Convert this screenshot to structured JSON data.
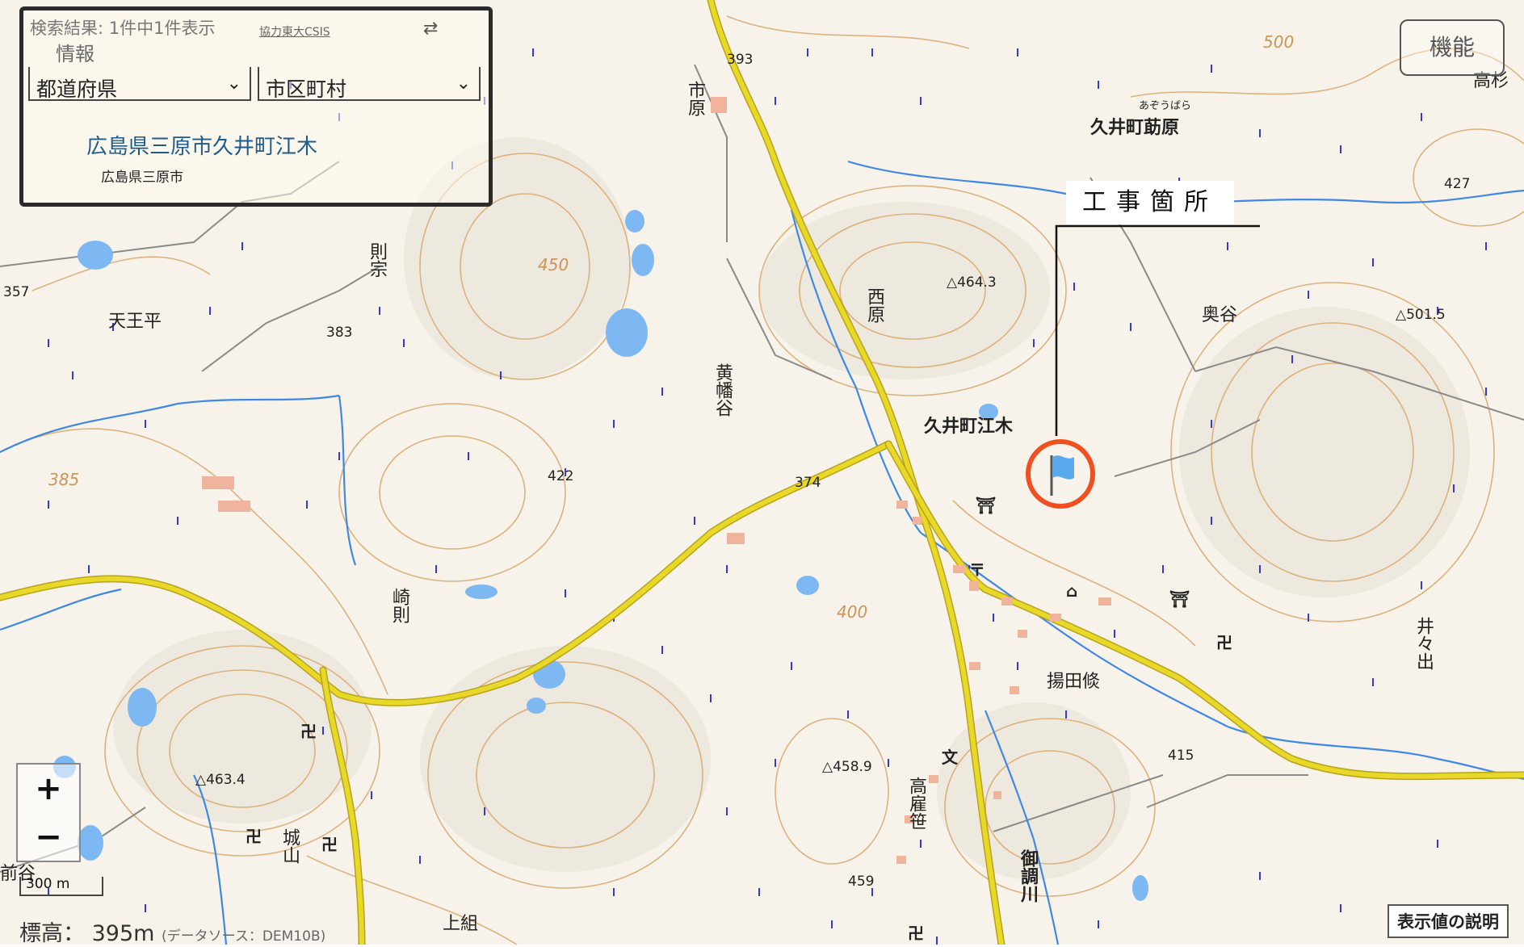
{
  "search_panel": {
    "title": "検索結果: 1件中1件表示",
    "credit": "協力東大CSIS",
    "info_tab": "情報",
    "prefecture_select": "都道府県",
    "municipality_select": "市区町村",
    "result_main": "広島県三原市久井町江木",
    "result_sub": "広島県三原市"
  },
  "function_button": "機能",
  "callout_label": "工事箇所",
  "zoom": {
    "in": "+",
    "out": "−"
  },
  "scale_label": "300 m",
  "elevation": {
    "label": "標高：",
    "value": "395m",
    "source": "(データソース：DEM10B)"
  },
  "legend_button": "表示値の説明",
  "place_names": {
    "kui_ego": "久井町江木",
    "kui_azo": "久井町莇原",
    "azo_kana": "あぞうばら",
    "tennohei": "天王平",
    "okutani": "奥谷",
    "ageta": "揚田倐",
    "kamigumi": "上組",
    "shihara": "市原",
    "norimune": "則宗",
    "nishihara": "西原",
    "kibatani": "黄幡谷",
    "sakinori": "崎則",
    "takagasa": "高雇笹",
    "jouyama": "城山",
    "iode": "井々出",
    "mitsugigawa": "御調川",
    "takasugi": "高杉",
    "maetani": "前谷"
  },
  "spot_heights": {
    "h464": "△464.3",
    "h501": "△501.5",
    "h463": "△463.4",
    "h458": "△458.9",
    "h393": "393",
    "h383": "383",
    "h374": "374",
    "h422": "422",
    "h427": "427",
    "h415": "415",
    "h459": "459",
    "h357": "357"
  },
  "contour_labels": {
    "c400a": "400",
    "c450": "450",
    "c500": "500",
    "c385": "385"
  },
  "colors": {
    "land": "#f7f3ea",
    "contour": "#d9ab72",
    "road_main": "#e8d827",
    "road_outline": "#b9a21c",
    "water": "#3f88e4",
    "pond": "#7eb8f2",
    "marker_ring": "#f05020",
    "flag": "#5aa9ee"
  },
  "icons": [
    "flag-icon",
    "shrine-icon",
    "temple-icon",
    "post-office-icon",
    "school-icon",
    "chevron-down-icon"
  ]
}
